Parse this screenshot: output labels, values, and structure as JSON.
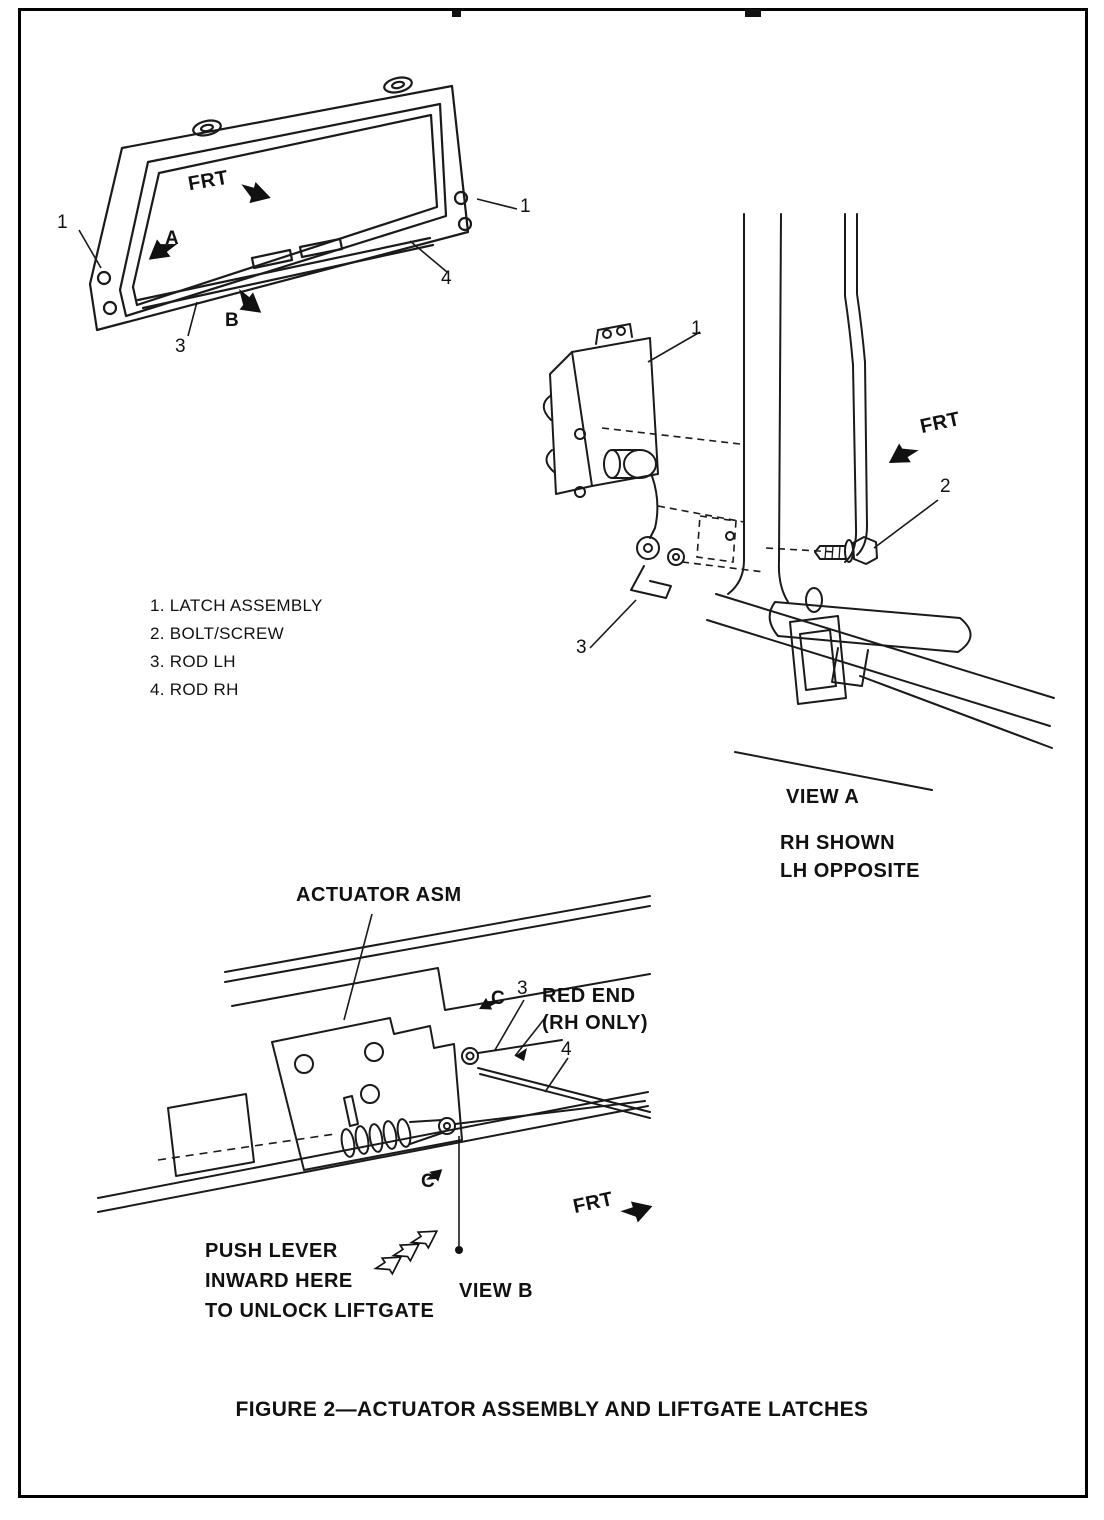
{
  "figure": {
    "caption": "FIGURE 2—ACTUATOR ASSEMBLY AND LIFTGATE LATCHES"
  },
  "parts_list": {
    "items": [
      "1. LATCH ASSEMBLY",
      "2. BOLT/SCREW",
      "3. ROD LH",
      "4. ROD RH"
    ]
  },
  "top_view": {
    "frt": "FRT",
    "callout_1_left": "1",
    "callout_1_right": "1",
    "callout_3": "3",
    "callout_4": "4",
    "view_arrow_a": "A",
    "view_arrow_b": "B"
  },
  "view_a": {
    "callout_1": "1",
    "callout_2": "2",
    "callout_3": "3",
    "frt": "FRT",
    "title": "VIEW A",
    "note_line_1": "RH SHOWN",
    "note_line_2": "LH OPPOSITE"
  },
  "view_b": {
    "actuator_label": "ACTUATOR ASM",
    "callout_c_upper": "C",
    "callout_c_lower": "C",
    "callout_3": "3",
    "callout_4": "4",
    "red_end_line_1": "RED END",
    "red_end_line_2": "(RH ONLY)",
    "frt": "FRT",
    "push_note_line_1": "PUSH LEVER",
    "push_note_line_2": "INWARD HERE",
    "push_note_line_3": "TO UNLOCK LIFTGATE",
    "title": "VIEW B"
  }
}
